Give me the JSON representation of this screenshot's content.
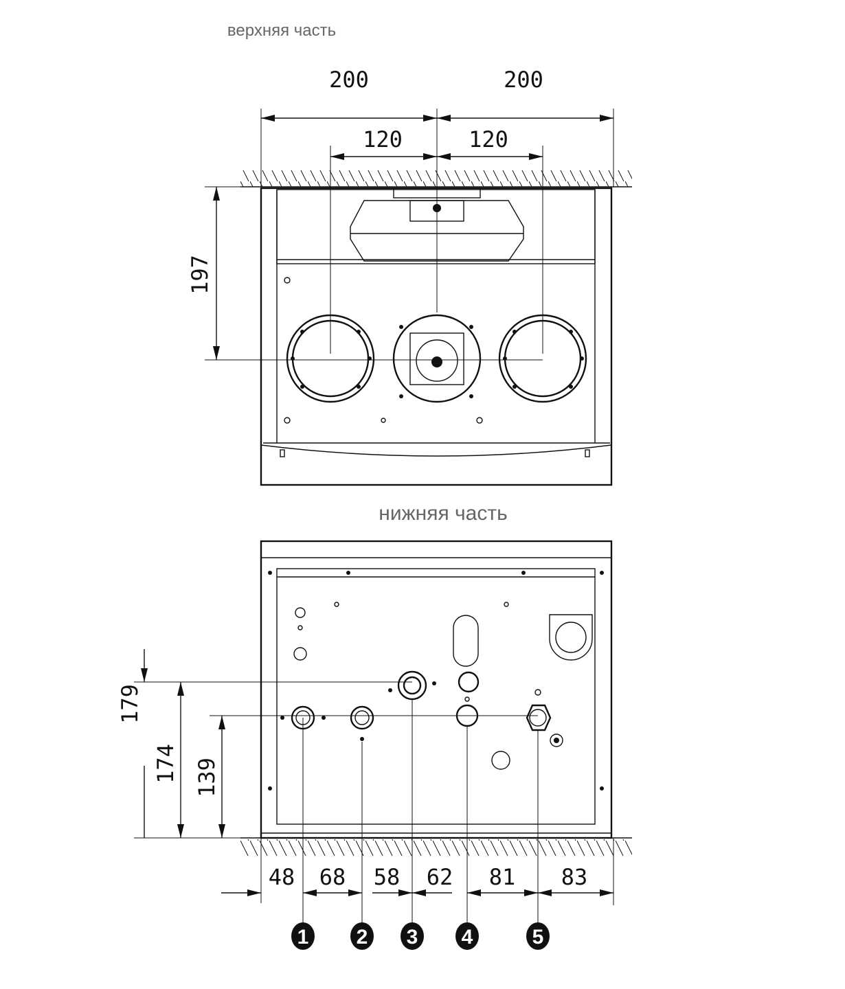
{
  "titles": {
    "top_view": "верхняя часть",
    "bottom_view": "нижняя часть"
  },
  "top_dimensions": {
    "left_width": "200",
    "right_width": "200",
    "left_pipe": "120",
    "right_pipe": "120",
    "height": "197"
  },
  "bottom_dimensions": {
    "vertical": [
      "179",
      "174",
      "139"
    ],
    "horizontal": [
      "48",
      "68",
      "58",
      "62",
      "81",
      "83"
    ]
  },
  "connections": [
    "1",
    "2",
    "3",
    "4",
    "5"
  ]
}
